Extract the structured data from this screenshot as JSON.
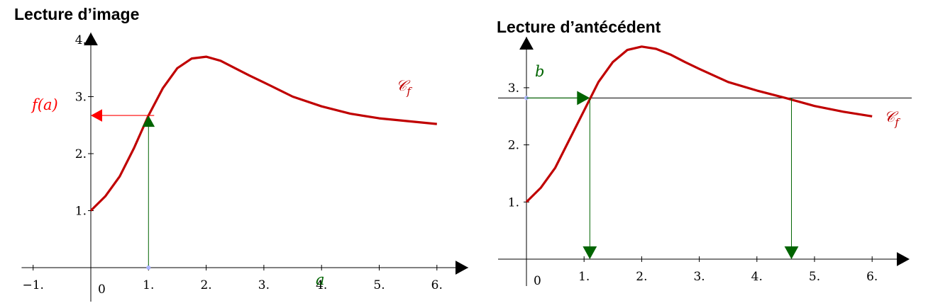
{
  "colors": {
    "curve": "#c00000",
    "image_arrow": "#ff0000",
    "antecedent_arrow": "#006400",
    "axis": "#000000"
  },
  "chart_data": [
    {
      "type": "line",
      "title": "Lecture d’image",
      "xlim": [
        -1.2,
        6.4
      ],
      "ylim": [
        -0.6,
        4.1
      ],
      "x_ticks": [
        {
          "v": -1,
          "t": "−1."
        },
        {
          "v": 1,
          "t": "1."
        },
        {
          "v": 2,
          "t": "2."
        },
        {
          "v": 3,
          "t": "3."
        },
        {
          "v": 4,
          "t": "4."
        },
        {
          "v": 5,
          "t": "5."
        },
        {
          "v": 6,
          "t": "6."
        }
      ],
      "y_ticks": [
        {
          "v": 1,
          "t": "1."
        },
        {
          "v": 2,
          "t": "2."
        },
        {
          "v": 3,
          "t": "3."
        },
        {
          "v": 4,
          "t": "4."
        }
      ],
      "origin_label": "0",
      "curve_label": "𝒞",
      "curve_label_sub": "f",
      "curve_points": [
        [
          0,
          1.0
        ],
        [
          0.25,
          1.25
        ],
        [
          0.5,
          1.6
        ],
        [
          0.75,
          2.1
        ],
        [
          1.0,
          2.67
        ],
        [
          1.25,
          3.15
        ],
        [
          1.5,
          3.5
        ],
        [
          1.75,
          3.67
        ],
        [
          2.0,
          3.7
        ],
        [
          2.25,
          3.63
        ],
        [
          2.5,
          3.5
        ],
        [
          2.75,
          3.37
        ],
        [
          3.0,
          3.25
        ],
        [
          3.5,
          3.0
        ],
        [
          4.0,
          2.83
        ],
        [
          4.5,
          2.7
        ],
        [
          5.0,
          2.62
        ],
        [
          5.5,
          2.57
        ],
        [
          6.0,
          2.52
        ]
      ],
      "point_a": {
        "x": 1.0,
        "y": 2.67
      },
      "x_point_label": "a",
      "y_point_label": "f(a)"
    },
    {
      "type": "line",
      "title": "Lecture d’antécédent",
      "xlim": [
        -0.5,
        6.6
      ],
      "ylim": [
        -0.45,
        3.9
      ],
      "x_ticks": [
        {
          "v": 1,
          "t": "1."
        },
        {
          "v": 2,
          "t": "2."
        },
        {
          "v": 3,
          "t": "3."
        },
        {
          "v": 4,
          "t": "4."
        },
        {
          "v": 5,
          "t": "5."
        },
        {
          "v": 6,
          "t": "6."
        }
      ],
      "y_ticks": [
        {
          "v": 1,
          "t": "1."
        },
        {
          "v": 2,
          "t": "2."
        },
        {
          "v": 3,
          "t": "3."
        }
      ],
      "origin_label": "0",
      "curve_label": "𝒞",
      "curve_label_sub": "f",
      "curve_points": [
        [
          0,
          1.0
        ],
        [
          0.25,
          1.25
        ],
        [
          0.5,
          1.6
        ],
        [
          0.75,
          2.1
        ],
        [
          1.0,
          2.6
        ],
        [
          1.25,
          3.1
        ],
        [
          1.5,
          3.45
        ],
        [
          1.75,
          3.66
        ],
        [
          2.0,
          3.72
        ],
        [
          2.25,
          3.68
        ],
        [
          2.5,
          3.58
        ],
        [
          2.75,
          3.45
        ],
        [
          3.0,
          3.33
        ],
        [
          3.5,
          3.1
        ],
        [
          4.0,
          2.95
        ],
        [
          4.5,
          2.82
        ],
        [
          5.0,
          2.68
        ],
        [
          5.5,
          2.58
        ],
        [
          6.0,
          2.5
        ]
      ],
      "level_b": 2.82,
      "antecedents": [
        1.1,
        4.6
      ],
      "y_point_label": "b"
    }
  ]
}
